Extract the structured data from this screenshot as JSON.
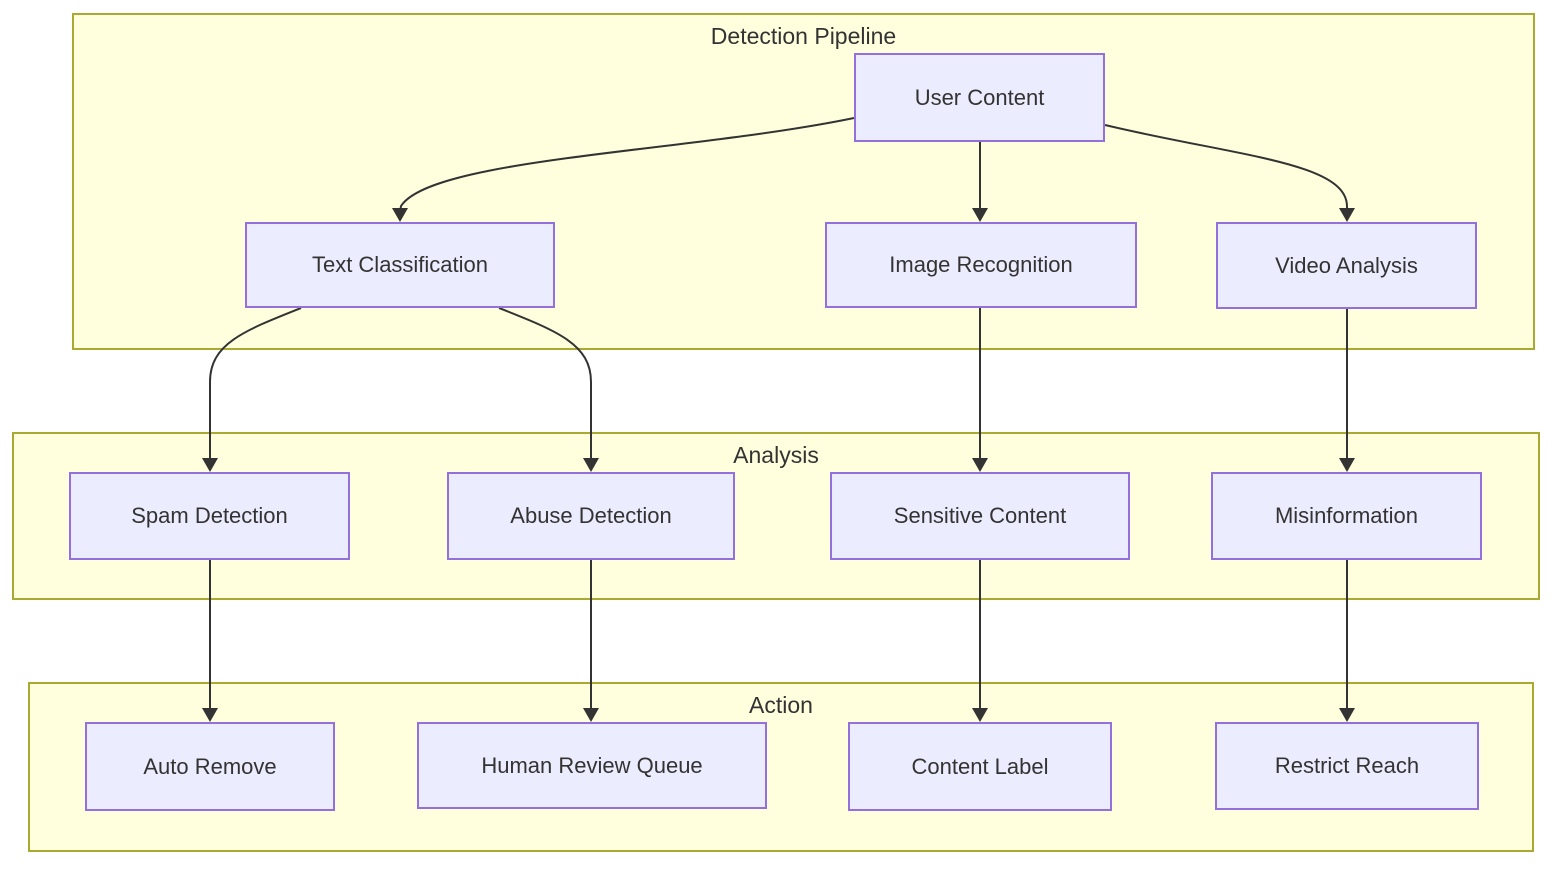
{
  "diagram": {
    "type": "flowchart",
    "direction": "top-down",
    "clusters": [
      {
        "id": "detection",
        "title": "Detection Pipeline"
      },
      {
        "id": "analysis",
        "title": "Analysis"
      },
      {
        "id": "action",
        "title": "Action"
      }
    ],
    "nodes": [
      {
        "id": "user_content",
        "label": "User Content",
        "cluster": "detection"
      },
      {
        "id": "text_classification",
        "label": "Text Classification",
        "cluster": "detection"
      },
      {
        "id": "image_recognition",
        "label": "Image Recognition",
        "cluster": "detection"
      },
      {
        "id": "video_analysis",
        "label": "Video Analysis",
        "cluster": "detection"
      },
      {
        "id": "spam_detection",
        "label": "Spam Detection",
        "cluster": "analysis"
      },
      {
        "id": "abuse_detection",
        "label": "Abuse Detection",
        "cluster": "analysis"
      },
      {
        "id": "sensitive_content",
        "label": "Sensitive Content",
        "cluster": "analysis"
      },
      {
        "id": "misinformation",
        "label": "Misinformation",
        "cluster": "analysis"
      },
      {
        "id": "auto_remove",
        "label": "Auto Remove",
        "cluster": "action"
      },
      {
        "id": "human_review_queue",
        "label": "Human Review Queue",
        "cluster": "action"
      },
      {
        "id": "content_label",
        "label": "Content Label",
        "cluster": "action"
      },
      {
        "id": "restrict_reach",
        "label": "Restrict Reach",
        "cluster": "action"
      }
    ],
    "edges": [
      {
        "from": "user_content",
        "to": "text_classification"
      },
      {
        "from": "user_content",
        "to": "image_recognition"
      },
      {
        "from": "user_content",
        "to": "video_analysis"
      },
      {
        "from": "text_classification",
        "to": "spam_detection"
      },
      {
        "from": "text_classification",
        "to": "abuse_detection"
      },
      {
        "from": "image_recognition",
        "to": "sensitive_content"
      },
      {
        "from": "video_analysis",
        "to": "misinformation"
      },
      {
        "from": "spam_detection",
        "to": "auto_remove"
      },
      {
        "from": "abuse_detection",
        "to": "human_review_queue"
      },
      {
        "from": "sensitive_content",
        "to": "content_label"
      },
      {
        "from": "misinformation",
        "to": "restrict_reach"
      }
    ],
    "colors": {
      "node_fill": "#ECECFF",
      "node_border": "#9370DB",
      "cluster_fill": "#FFFFDE",
      "cluster_border": "#AAAA33",
      "edge": "#333333",
      "text": "#333333"
    }
  }
}
